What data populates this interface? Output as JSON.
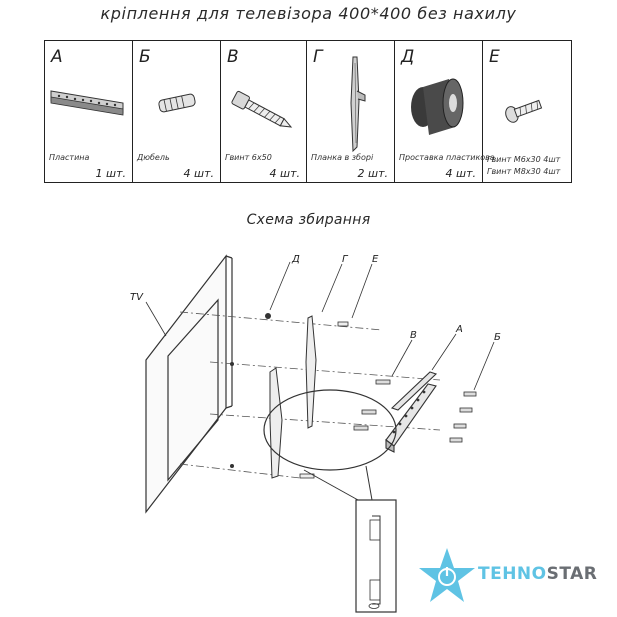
{
  "title": "кріплення для телевізора 400*400 без нахилу",
  "parts": [
    {
      "letter": "А",
      "name": "Пластина",
      "qty": "1 шт.",
      "icon": "wall-plate-icon"
    },
    {
      "letter": "Б",
      "name": "Дюбель",
      "qty": "4 шт.",
      "icon": "dowel-icon"
    },
    {
      "letter": "В",
      "name": "Гвинт 6х50",
      "qty": "4 шт.",
      "icon": "long-screw-icon"
    },
    {
      "letter": "Г",
      "name": "Планка в зборі",
      "qty": "2 шт.",
      "icon": "bracket-strip-icon"
    },
    {
      "letter": "Д",
      "name": "Проставка пластикова",
      "qty": "4 шт.",
      "icon": "spacer-icon"
    },
    {
      "letter": "Е",
      "name": "Гвинт М6х30  4шт",
      "name2": "Гвинт М8х30 4шт",
      "icon": "machine-screw-icon"
    }
  ],
  "assembly": {
    "title": "Схема збирання",
    "labels": {
      "tv": "TV",
      "d": "Д",
      "g": "Г",
      "e": "Е",
      "v": "В",
      "a": "А",
      "b": "Б"
    }
  },
  "brand": {
    "part1": "TEHNO",
    "part2": "STAR",
    "icon": "star-power-icon",
    "colors": {
      "accent": "#5fc3e4",
      "text": "#6a6e73"
    }
  }
}
